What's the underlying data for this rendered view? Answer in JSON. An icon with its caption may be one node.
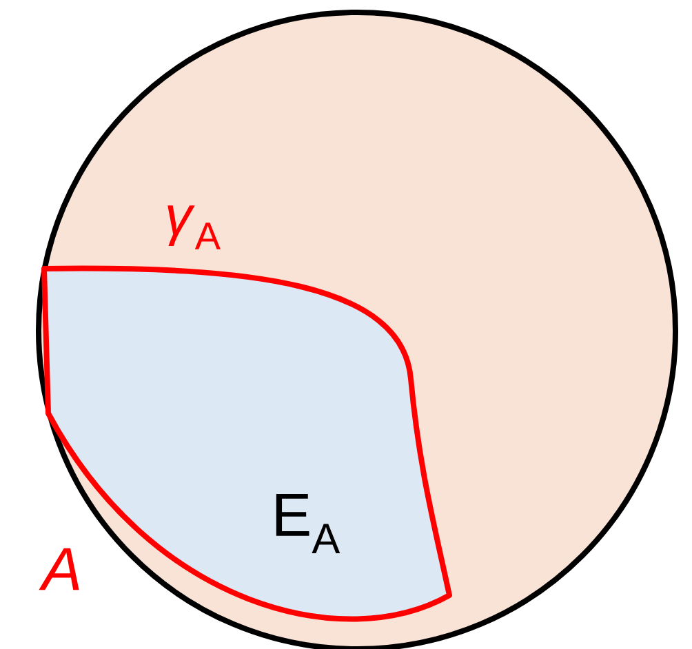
{
  "diagram": {
    "labels": [
      "*γ*$_{A}$",
      "E$_{A}$",
      "*A*"
    ]
  }
}
